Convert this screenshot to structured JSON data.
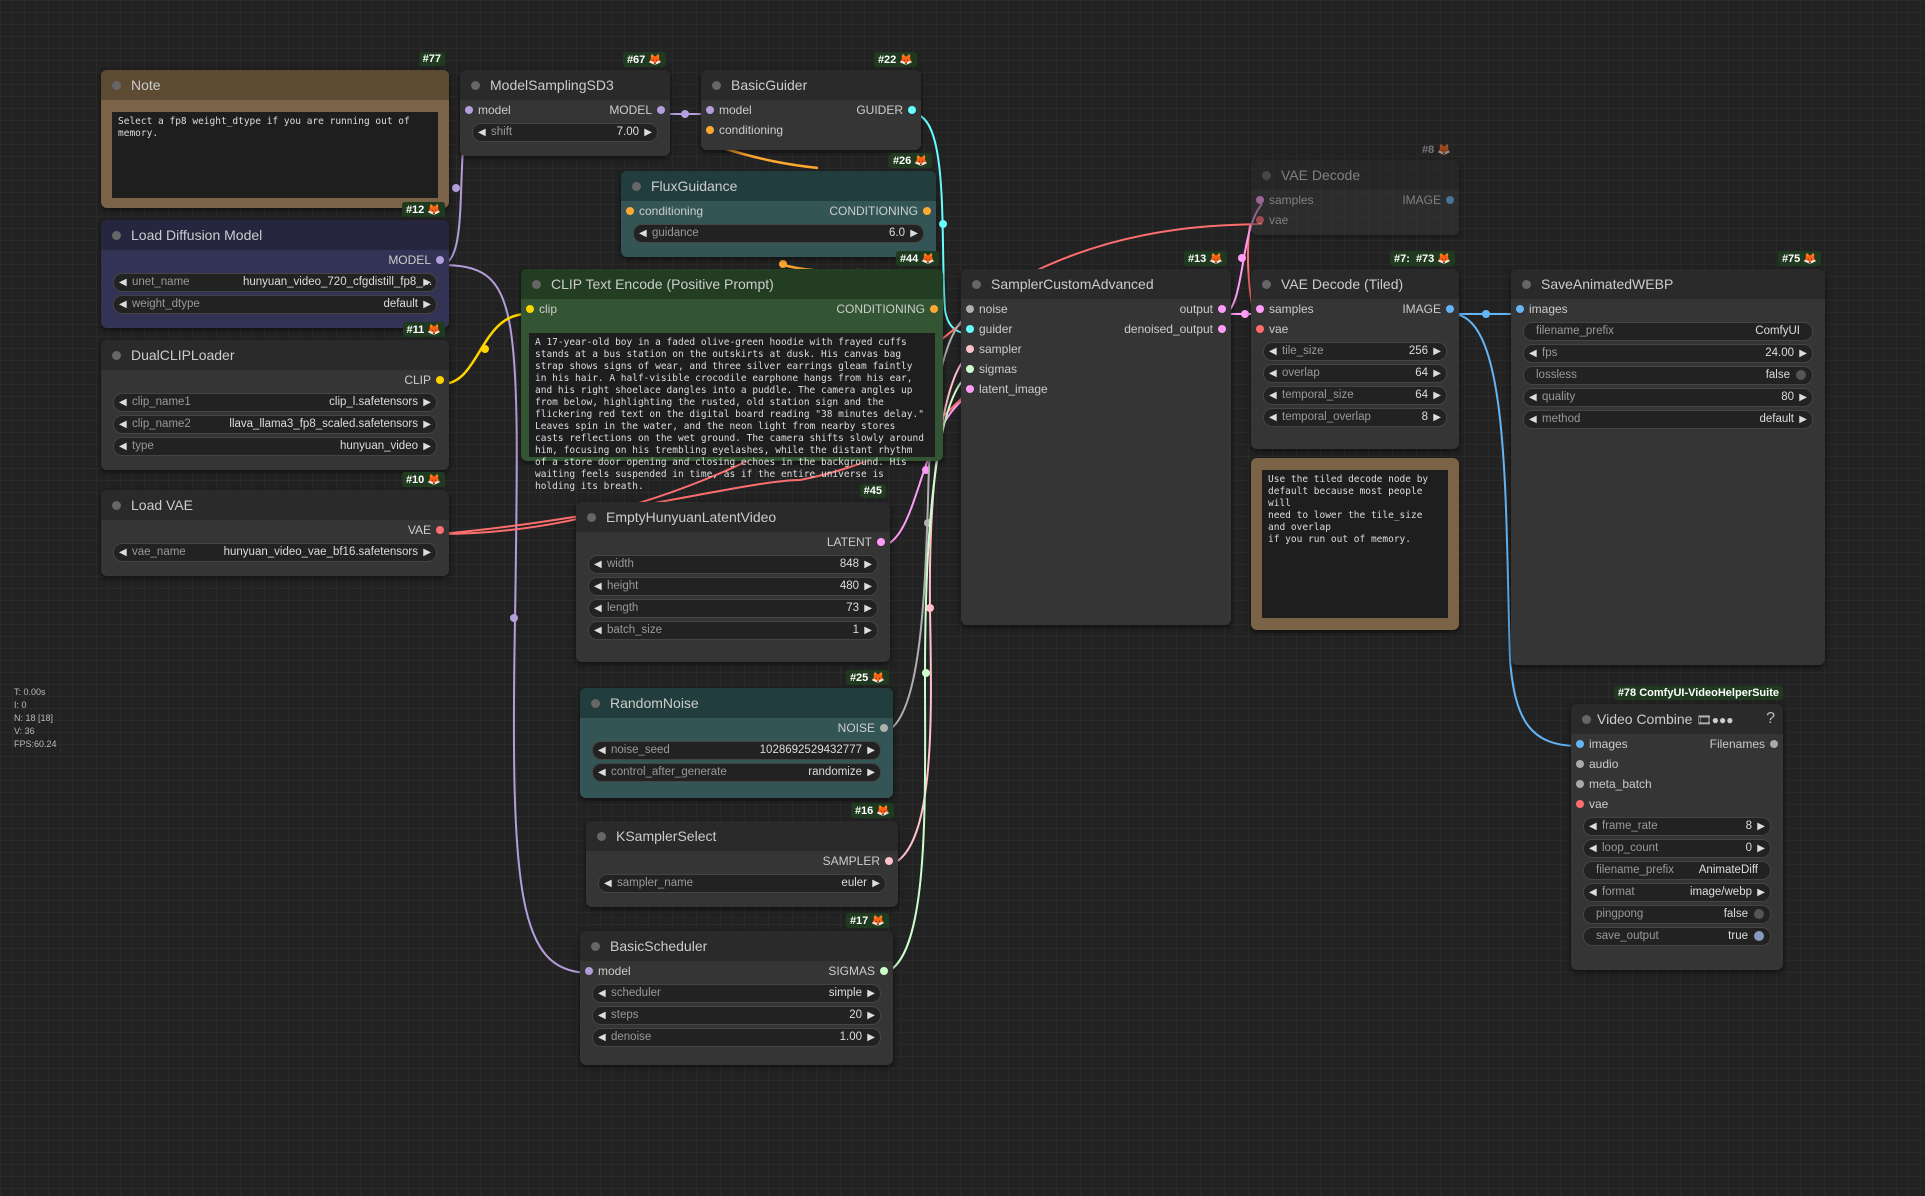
{
  "nodes": {
    "note": {
      "title": "Note",
      "id": "#77",
      "text": "Select a fp8 weight_dtype if you are running out of memory."
    },
    "msd3": {
      "title": "ModelSamplingSD3",
      "id": "#67",
      "in_model": "model",
      "out_model": "MODEL",
      "shift_label": "shift",
      "shift_value": "7.00"
    },
    "guider": {
      "title": "BasicGuider",
      "id": "#22",
      "in_model": "model",
      "in_cond": "conditioning",
      "out": "GUIDER"
    },
    "flux": {
      "title": "FluxGuidance",
      "id": "#26",
      "in_cond": "conditioning",
      "out": "CONDITIONING",
      "guidance_label": "guidance",
      "guidance_value": "6.0"
    },
    "vaedecode": {
      "title": "VAE Decode",
      "id": "#8",
      "in_samples": "samples",
      "in_vae": "vae",
      "out": "IMAGE"
    },
    "loaddiff": {
      "title": "Load Diffusion Model",
      "id": "#12",
      "out": "MODEL",
      "unet_label": "unet_name",
      "unet_value": "hunyuan_video_720_cfgdistill_fp8_...",
      "dtype_label": "weight_dtype",
      "dtype_value": "default"
    },
    "clipenc": {
      "title": "CLIP Text Encode (Positive Prompt)",
      "id": "#44",
      "in_clip": "clip",
      "out": "CONDITIONING",
      "text": "A 17-year-old boy in a faded olive-green hoodie with frayed cuffs stands at a bus station on the outskirts at dusk. His canvas bag strap shows signs of wear, and three silver earrings gleam faintly in his hair. A half-visible crocodile earphone hangs from his ear, and his right shoelace dangles into a puddle. The camera angles up from below, highlighting the rusted, old station sign and the flickering red text on the digital board reading \"38 minutes delay.\" Leaves spin in the water, and the neon light from nearby stores casts reflections on the wet ground. The camera shifts slowly around him, focusing on his trembling eyelashes, while the distant rhythm of a store door opening and closing echoes in the background. His waiting feels suspended in time, as if the entire universe is holding its breath."
    },
    "sampler": {
      "title": "SamplerCustomAdvanced",
      "id": "#13",
      "in_noise": "noise",
      "in_guider": "guider",
      "in_sampler": "sampler",
      "in_sigmas": "sigmas",
      "in_latent": "latent_image",
      "out_output": "output",
      "out_denoised": "denoised_output"
    },
    "vaetiled": {
      "title": "VAE Decode (Tiled)",
      "id": "#73",
      "id2": "#7:",
      "in_samples": "samples",
      "in_vae": "vae",
      "out": "IMAGE",
      "tile_label": "tile_size",
      "tile_value": "256",
      "overlap_label": "overlap",
      "overlap_value": "64",
      "temporal_label": "temporal_size",
      "temporal_value": "64",
      "toverlap_label": "temporal_overlap",
      "toverlap_value": "8"
    },
    "note2": {
      "text": "Use the tiled decode node by default because most people will need to lower the tile_size and overlap if you run out of memory.",
      "text_display": "Use the tiled decode node by\ndefault because most people will\nneed to lower the tile_size and overlap\nif you run out of memory."
    },
    "savewebp": {
      "title": "SaveAnimatedWEBP",
      "id": "#75",
      "in_images": "images",
      "prefix_label": "filename_prefix",
      "prefix_value": "ComfyUI",
      "fps_label": "fps",
      "fps_value": "24.00",
      "lossless_label": "lossless",
      "lossless_value": "false",
      "quality_label": "quality",
      "quality_value": "80",
      "method_label": "method",
      "method_value": "default"
    },
    "dualclip": {
      "title": "DualCLIPLoader",
      "id": "#11",
      "out": "CLIP",
      "c1_label": "clip_name1",
      "c1_value": "clip_l.safetensors",
      "c2_label": "clip_name2",
      "c2_value": "llava_llama3_fp8_scaled.safetensors",
      "type_label": "type",
      "type_value": "hunyuan_video"
    },
    "loadvae": {
      "title": "Load VAE",
      "id": "#10",
      "out": "VAE",
      "vae_label": "vae_name",
      "vae_value": "hunyuan_video_vae_bf16.safetensors"
    },
    "latent": {
      "title": "EmptyHunyuanLatentVideo",
      "id": "#45",
      "out": "LATENT",
      "width_label": "width",
      "width_value": "848",
      "height_label": "height",
      "height_value": "480",
      "length_label": "length",
      "length_value": "73",
      "batch_label": "batch_size",
      "batch_value": "1"
    },
    "noise": {
      "title": "RandomNoise",
      "id": "#25",
      "out": "NOISE",
      "seed_label": "noise_seed",
      "seed_value": "1028692529432777",
      "ctrl_label": "control_after_generate",
      "ctrl_value": "randomize"
    },
    "ksel": {
      "title": "KSamplerSelect",
      "id": "#16",
      "out": "SAMPLER",
      "name_label": "sampler_name",
      "name_value": "euler"
    },
    "sched": {
      "title": "BasicScheduler",
      "id": "#17",
      "in_model": "model",
      "out": "SIGMAS",
      "sch_label": "scheduler",
      "sch_value": "simple",
      "steps_label": "steps",
      "steps_value": "20",
      "denoise_label": "denoise",
      "denoise_value": "1.00"
    },
    "vcombine": {
      "title": "Video Combine",
      "badge": "#78 ComfyUI-VideoHelperSuite",
      "help": "?",
      "in_images": "images",
      "in_audio": "audio",
      "in_meta": "meta_batch",
      "in_vae": "vae",
      "out": "Filenames",
      "fr_label": "frame_rate",
      "fr_value": "8",
      "lc_label": "loop_count",
      "lc_value": "0",
      "prefix_label": "filename_prefix",
      "prefix_value": "AnimateDiff",
      "format_label": "format",
      "format_value": "image/webp",
      "pp_label": "pingpong",
      "pp_value": "false",
      "so_label": "save_output",
      "so_value": "true"
    }
  },
  "stats": {
    "t": "T: 0.00s",
    "i": "I: 0",
    "n": "N: 18 [18]",
    "v": "V: 36",
    "fps": "FPS:60.24"
  },
  "colors": {
    "model": "#b39ddb",
    "clip": "#ffd500",
    "conditioning": "#ffa931",
    "vae": "#ff6e6e",
    "latent": "#ff9cf9",
    "image": "#64b5f6",
    "guider": "#66ffff",
    "sampler": "#ffc0cb",
    "sigmas": "#cdffcd",
    "noise": "#b0b0b0"
  }
}
